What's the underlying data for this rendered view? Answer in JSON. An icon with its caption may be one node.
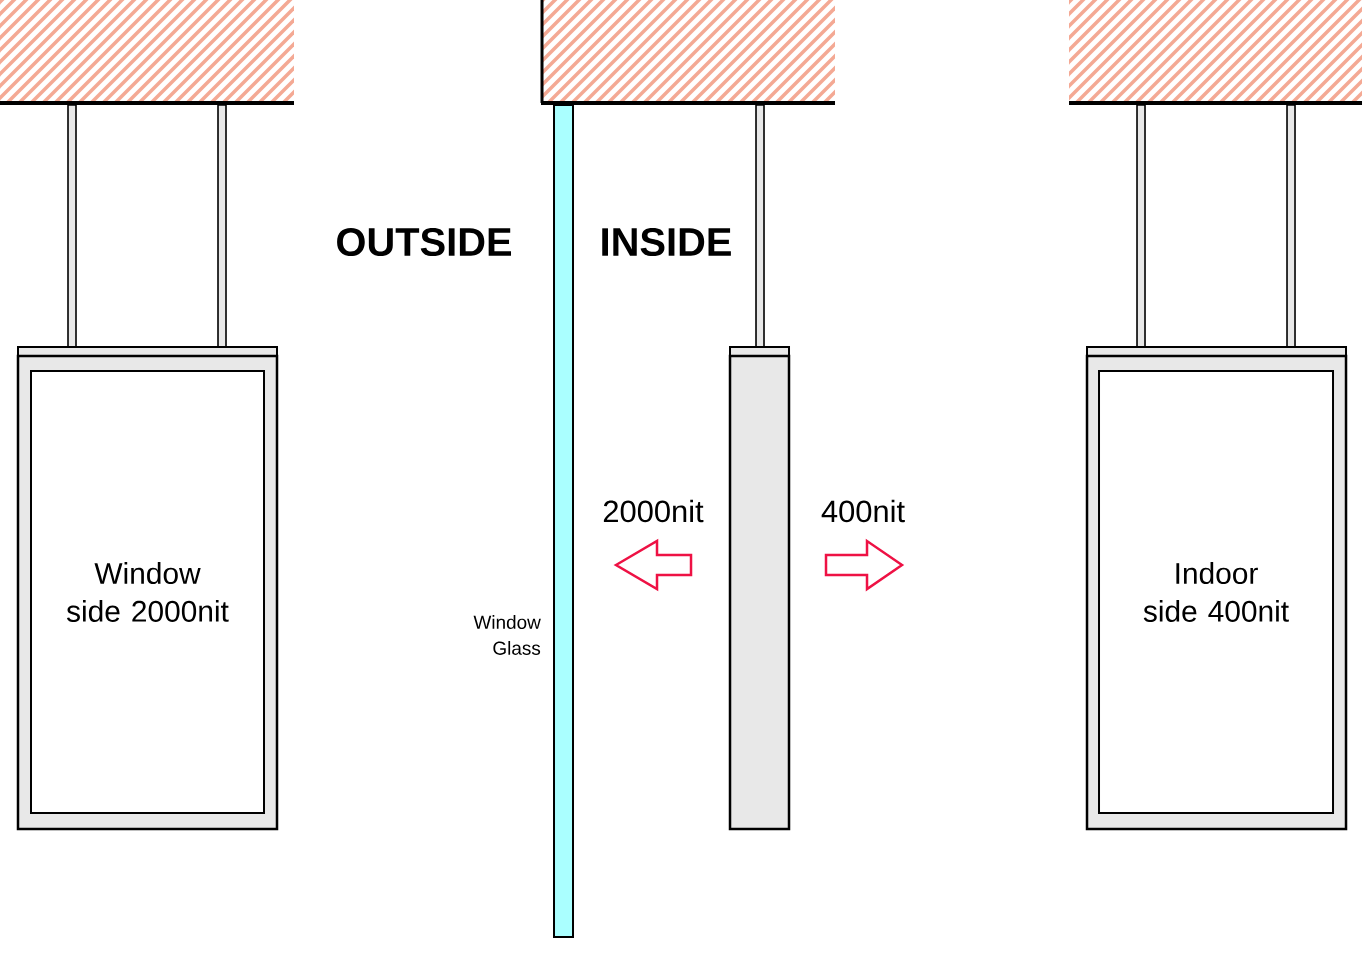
{
  "diagram": {
    "nodes": [
      {
        "text": [
          "Window side 2000nit"
        ]
      },
      {
        "text": [
          "Indoor side 400nit"
        ]
      }
    ],
    "labels": [
      "OUTSIDE",
      "INSIDE",
      "2000nit",
      "400nit",
      "Window Glass"
    ]
  }
}
